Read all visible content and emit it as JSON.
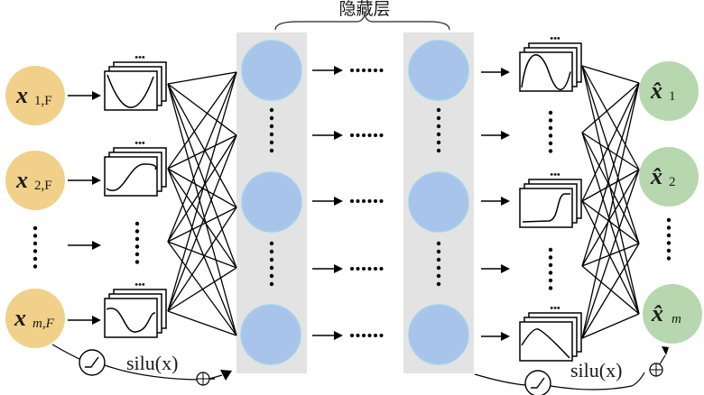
{
  "title": "隐藏层",
  "colors": {
    "input_node": "#f1d08a",
    "output_node": "#b7d7ae",
    "hidden_node": "#a9c4ea",
    "hidden_node_stroke": "#9fd3ea",
    "hidden_band": "#e3e3e3",
    "line": "#000000"
  },
  "inputs": [
    {
      "var": "x",
      "sub": "1,F"
    },
    {
      "var": "x",
      "sub": "2,F"
    },
    {
      "var": "x",
      "sub": "m,F"
    }
  ],
  "outputs": [
    {
      "var": "x̂",
      "sub": "1"
    },
    {
      "var": "x̂",
      "sub": "2"
    },
    {
      "var": "x̂",
      "sub": "m"
    }
  ],
  "ellipsis_dots": "•••",
  "activation_label_left": "silu(x)",
  "activation_label_right": "silu(x)",
  "residual_symbol": "⊕",
  "input_function_shapes": [
    "parabola",
    "s-curve",
    "dip"
  ],
  "output_function_shapes": [
    "sine",
    "sigmoid",
    "hump"
  ]
}
